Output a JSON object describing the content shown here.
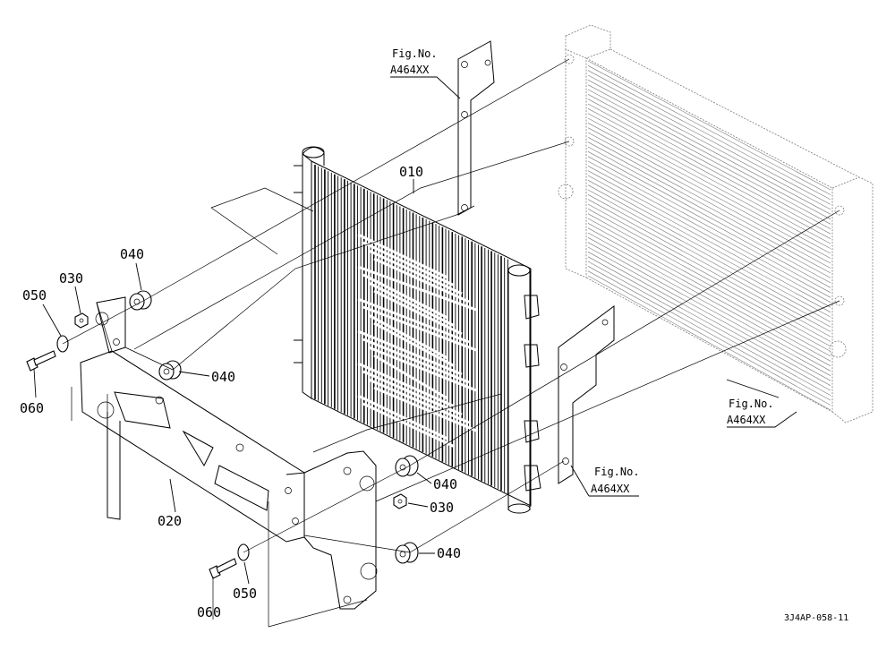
{
  "parts": {
    "p010": "010",
    "p020": "020",
    "p030_upper": "030",
    "p030_lower": "030",
    "p040_a": "040",
    "p040_b": "040",
    "p040_c": "040",
    "p040_d": "040",
    "p050_upper": "050",
    "p050_lower": "050",
    "p060_upper": "060",
    "p060_lower": "060"
  },
  "references": {
    "top": {
      "fig": "Fig.No.",
      "code": "A464XX"
    },
    "right": {
      "fig": "Fig.No.",
      "code": "A464XX"
    },
    "mid": {
      "fig": "Fig.No.",
      "code": "A464XX"
    }
  },
  "drawing_code": "3J4AP-058-11"
}
